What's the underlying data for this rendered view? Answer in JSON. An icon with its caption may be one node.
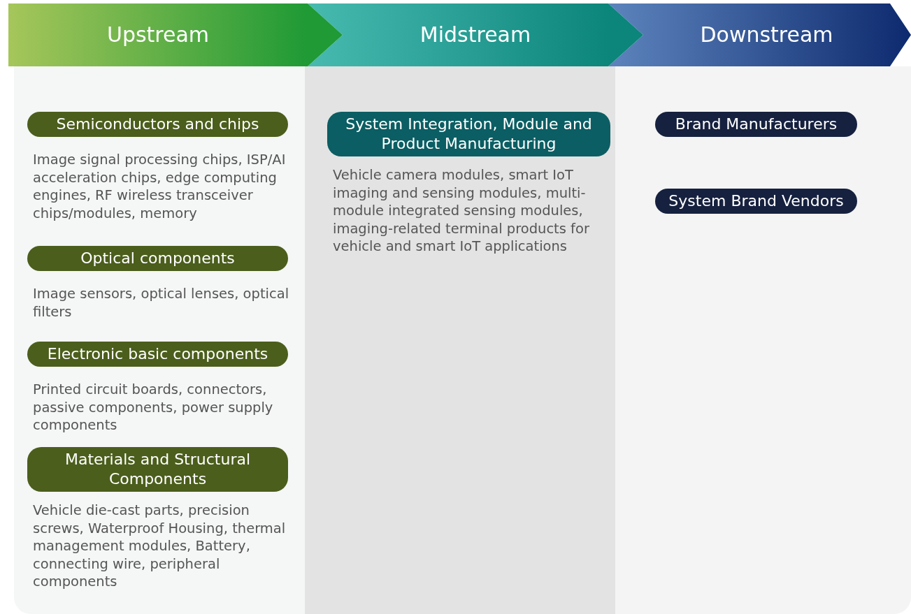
{
  "diagram": {
    "nodes": [
      {
        "text": [
          "Upstream"
        ]
      },
      {
        "text": [
          "Midstream"
        ]
      },
      {
        "text": [
          "Downstream"
        ]
      },
      {
        "text": [
          "Semiconductors and chips"
        ],
        "beside": [
          "Image signal processing chips, ISP/AI acceleration chips, edge computing engines, RF wireless transceiver chips/modules, memory"
        ]
      },
      {
        "text": [
          "Optical components"
        ],
        "beside": [
          "Image sensors, optical lenses, optical filters"
        ]
      },
      {
        "text": [
          "Electronic basic components"
        ],
        "beside": [
          "Printed circuit boards, connectors, passive components, power supply components"
        ]
      },
      {
        "text": [
          "Materials and Structural Components"
        ],
        "beside": [
          "Vehicle die-cast parts, precision screws, Waterproof Housing, thermal management modules, Battery, connecting wire, peripheral components"
        ]
      },
      {
        "text": [
          "System Integration, Module and Product Manufacturing"
        ],
        "beside": [
          "Vehicle camera modules, smart IoT imaging and sensing modules, multi-module integrated sensing modules, imaging-related terminal products for vehicle and smart IoT applications"
        ]
      },
      {
        "text": [
          "Brand Manufacturers"
        ]
      },
      {
        "text": [
          "System Brand Vendors"
        ]
      }
    ],
    "edges": [
      {
        "from": 0,
        "to": 1,
        "arrow": "to"
      },
      {
        "from": 1,
        "to": 2,
        "arrow": "to"
      }
    ]
  }
}
